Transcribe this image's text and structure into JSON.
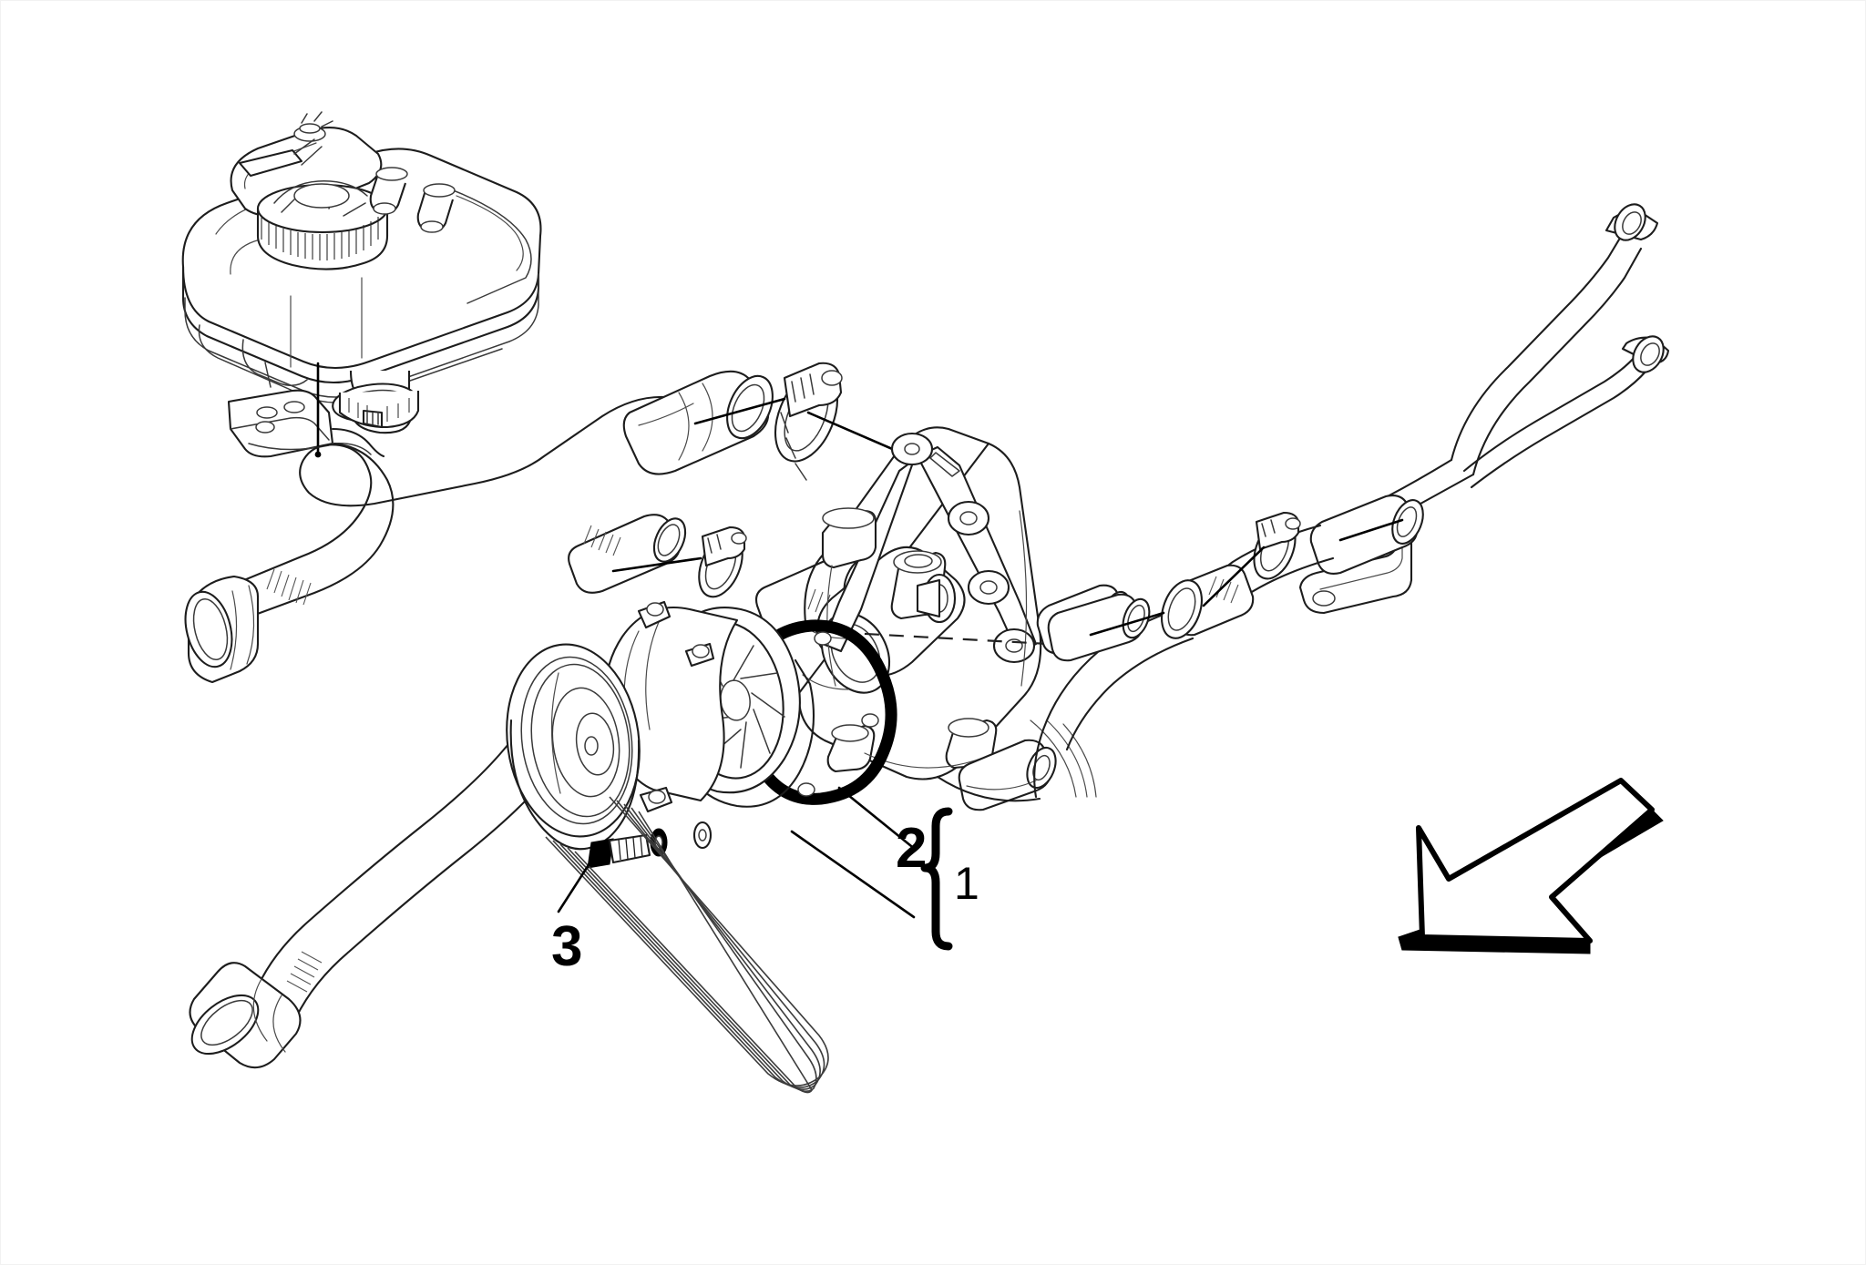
{
  "document": {
    "kind": "technical-parts-diagram",
    "subject": "Engine cooling system – water pump, expansion tank and hoses",
    "background_color": "#ffffff",
    "line_color": "#1a1a1a",
    "accent_color": "#000000"
  },
  "callouts": [
    {
      "id": "1",
      "label": "1",
      "meaning": "water-pump-assembly-bracketed-group"
    },
    {
      "id": "2",
      "label": "2",
      "meaning": "water-pump-gasket"
    },
    {
      "id": "3",
      "label": "3",
      "meaning": "water-pump-retaining-bolt"
    }
  ],
  "parts": [
    {
      "name": "expansion-tank",
      "description": "coolant expansion tank with ribbed pressure cap and two outlet nipples"
    },
    {
      "name": "tank-mounting-bracket",
      "description": "flat bracket with two fixing holes below the tank"
    },
    {
      "name": "worm-drive-hose-clamp",
      "description": "banded screw clamp under tank outlet"
    },
    {
      "name": "upper-radiator-hose",
      "description": "large moulded hose running from left to engine"
    },
    {
      "name": "lower-radiator-hose",
      "description": "large moulded hose running to bottom left"
    },
    {
      "name": "heater-pipe-assembly",
      "description": "twin steel pipes with support bracket, upper right"
    },
    {
      "name": "engine-front-cover",
      "description": "cast housing with accessory bracket and thermostat outlet"
    },
    {
      "name": "water-pump",
      "description": "pump body with impeller and pulley"
    },
    {
      "name": "water-pump-pulley",
      "description": "drive pulley on water pump"
    },
    {
      "name": "water-pump-gasket",
      "description": "dark sealing ring between pump and block"
    },
    {
      "name": "water-pump-bolt",
      "description": "hex flange bolt with washer"
    },
    {
      "name": "serpentine-belt",
      "description": "multi-ribbed drive belt loop"
    },
    {
      "name": "direction-arrow",
      "description": "bold outline arrow indicating vehicle forward direction"
    }
  ],
  "arrow": {
    "name": "direction-arrow",
    "points_toward": "down-left",
    "style": "outlined with heavy drop shadow on lower edges"
  }
}
